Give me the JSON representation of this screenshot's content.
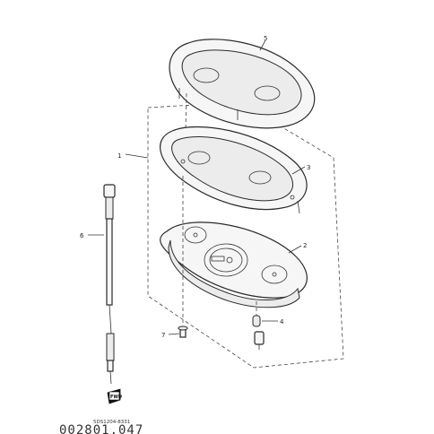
{
  "diagram": {
    "callouts": [
      {
        "id": "c1",
        "label": "1"
      },
      {
        "id": "c2",
        "label": "2"
      },
      {
        "id": "c3",
        "label": "3"
      },
      {
        "id": "c4",
        "label": "4"
      },
      {
        "id": "c5",
        "label": "5"
      },
      {
        "id": "c6",
        "label": "6"
      },
      {
        "id": "c7",
        "label": "7"
      }
    ],
    "direction_tag": "FWD",
    "small_code": "5DS1204-8331",
    "drawing_code": "002801.047"
  }
}
